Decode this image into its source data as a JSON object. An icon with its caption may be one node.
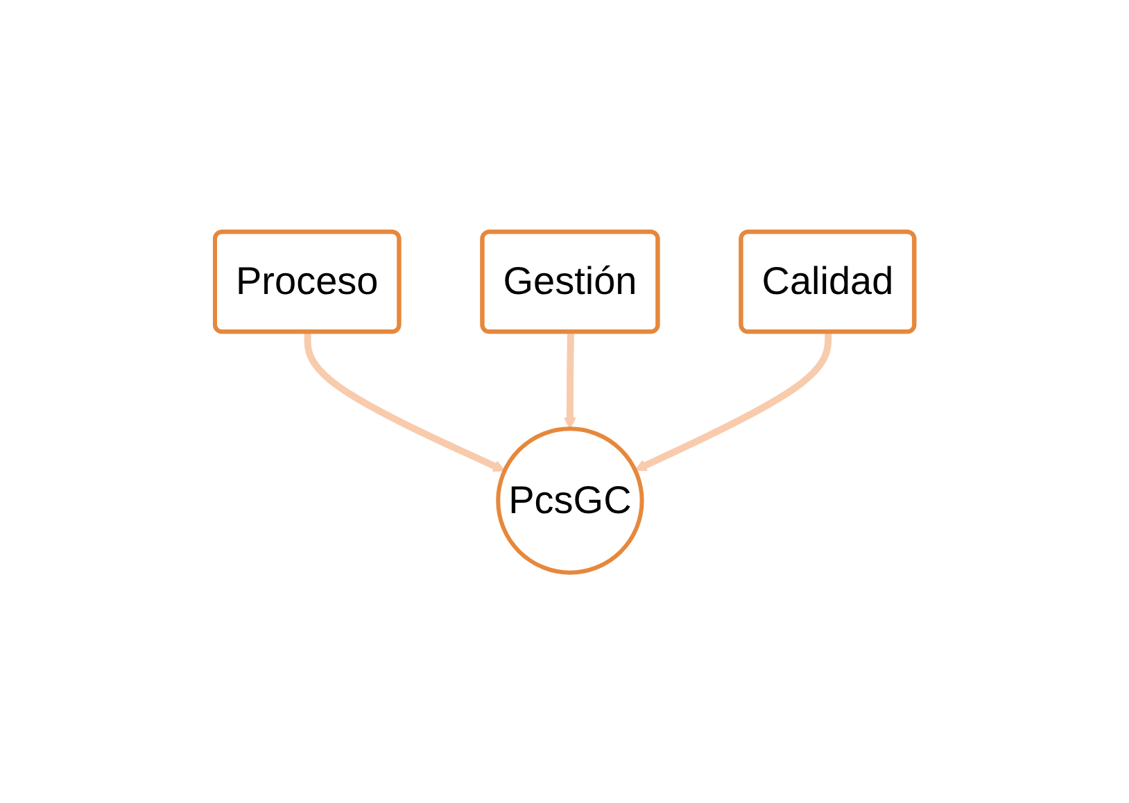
{
  "diagram": {
    "nodes": [
      {
        "text": [
          "Gestión"
        ]
      },
      {
        "text": [
          "Proceso"
        ]
      },
      {
        "text": [
          "Calidad"
        ]
      },
      {
        "text": [
          "PcsGC"
        ]
      }
    ],
    "edges": [
      {
        "from": 1,
        "to": 3,
        "arrow": "to"
      },
      {
        "from": 0,
        "to": 3,
        "arrow": "to"
      },
      {
        "from": 2,
        "to": 3,
        "arrow": "to"
      }
    ]
  }
}
